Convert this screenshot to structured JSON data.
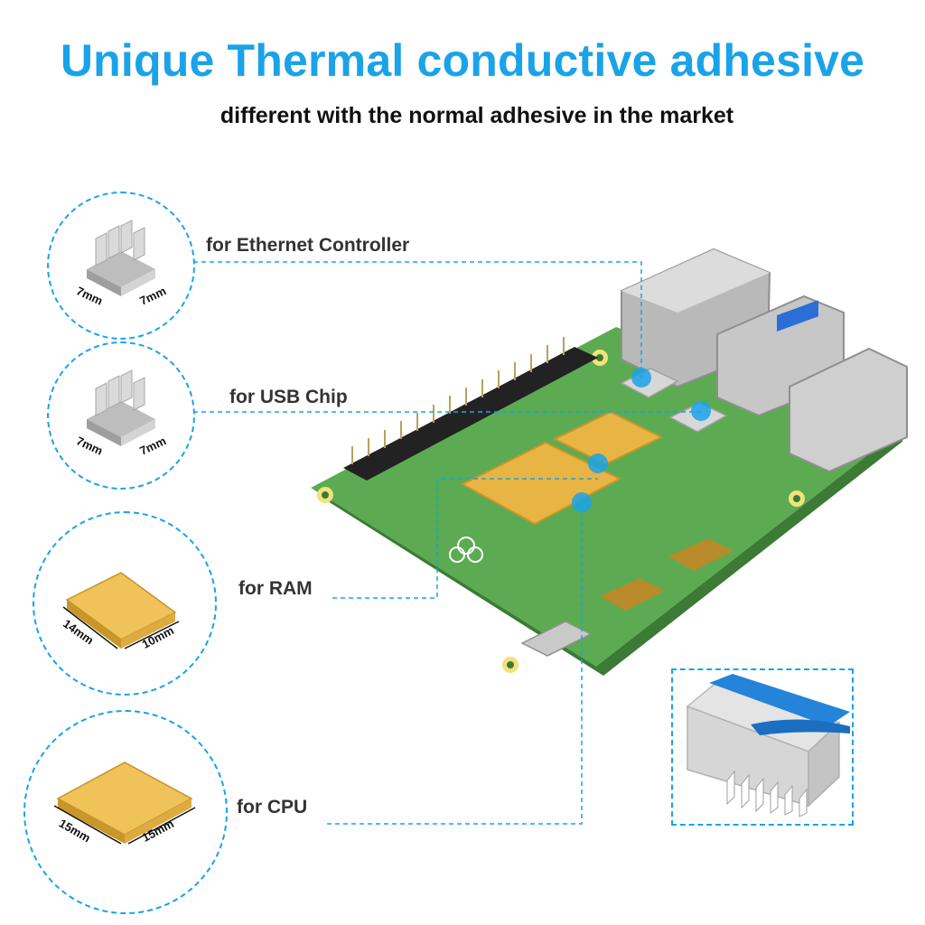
{
  "header": {
    "title": "Unique Thermal conductive adhesive",
    "subtitle": "different with the normal adhesive in the market"
  },
  "callouts": {
    "ethernet": "for Ethernet Controller",
    "usb": "for USB Chip",
    "ram": "for RAM",
    "cpu": "for CPU"
  },
  "heatsinks": {
    "ethernet": {
      "dim_left": "7mm",
      "dim_right": "7mm",
      "icon": "aluminum-heatsink-icon"
    },
    "usb": {
      "dim_left": "7mm",
      "dim_right": "7mm",
      "icon": "aluminum-heatsink-icon"
    },
    "ram": {
      "dim_left": "14mm",
      "dim_right": "10mm",
      "icon": "copper-pad-icon"
    },
    "cpu": {
      "dim_left": "15mm",
      "dim_right": "15mm",
      "icon": "copper-pad-icon"
    }
  },
  "colors": {
    "accent": "#1aa3e8",
    "board": "#5cab52",
    "copper": "#e8b444",
    "aluminum": "#c9c9c9"
  }
}
